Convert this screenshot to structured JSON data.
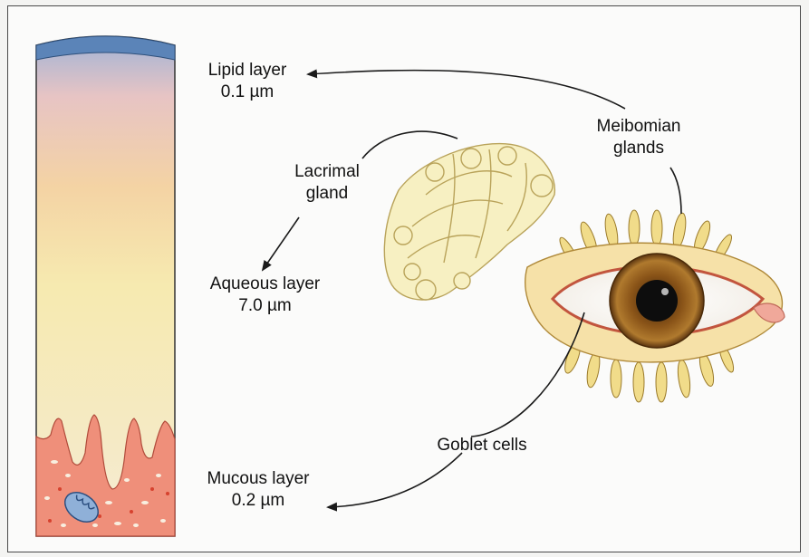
{
  "labels": {
    "lipid": {
      "name": "Lipid layer",
      "thickness": "0.1 µm"
    },
    "aqueous": {
      "name": "Aqueous layer",
      "thickness": "7.0 µm"
    },
    "mucous": {
      "name": "Mucous layer",
      "thickness": "0.2 µm"
    },
    "meibomian": {
      "line1": "Meibomian",
      "line2": "glands"
    },
    "lacrimal": {
      "line1": "Lacrimal",
      "line2": "gland"
    },
    "goblet": "Goblet cells"
  },
  "colors": {
    "lipid": "#5b84b8",
    "aqueous_top": "#f2c4a4",
    "aqueous_mid": "#f6ecb0",
    "mucous": "#ef8f7a",
    "gland": "#f7f0c2",
    "iris": "#7a4a16",
    "arrow": "#1a1a1a"
  }
}
